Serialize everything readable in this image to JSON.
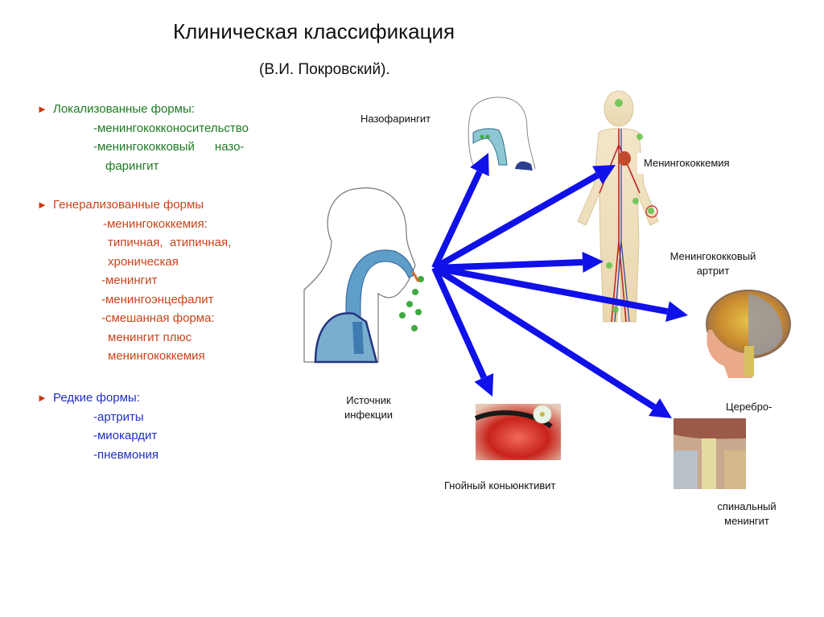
{
  "title": "Клиническая классификация",
  "subtitle": "(В.И. Покровский).",
  "bullet_icon": "triangle-right-icon",
  "colors": {
    "bullet": "#c9360d",
    "localized": "#1d7a22",
    "generalized": "#c8441a",
    "rare": "#1f2fc4",
    "arrows": "#1010e8"
  },
  "sections": {
    "localized": {
      "heading": "Локализованные формы:",
      "items": [
        "-менингококконосительство",
        "-менингококковый      назо-",
        "фарингит"
      ]
    },
    "generalized": {
      "heading": "Генерализованные формы",
      "items": [
        "-менингококкемия:",
        "типичная,  атипичная,",
        "хроническая",
        "-менингит",
        "-менингоэнцефалит",
        "-смешанная форма:",
        "менингит плюс",
        "менингококкемия"
      ]
    },
    "rare": {
      "heading": "Редкие формы:",
      "items": [
        "-артриты",
        "-миокардит",
        "-пневмония"
      ]
    }
  },
  "diagram": {
    "source_label": [
      "Источник",
      "инфекции"
    ],
    "targets": {
      "nasopharyngitis": "Назофарингит",
      "meningococcemia": "Менингококкемия",
      "arthritis": [
        "Менингококковый",
        "артрит"
      ],
      "conjunctivitis": "Гнойный коньюнктивит",
      "cerebrospinal_top": "Церебро-",
      "cerebrospinal_bottom": [
        "спинальный",
        "менингит"
      ]
    }
  }
}
